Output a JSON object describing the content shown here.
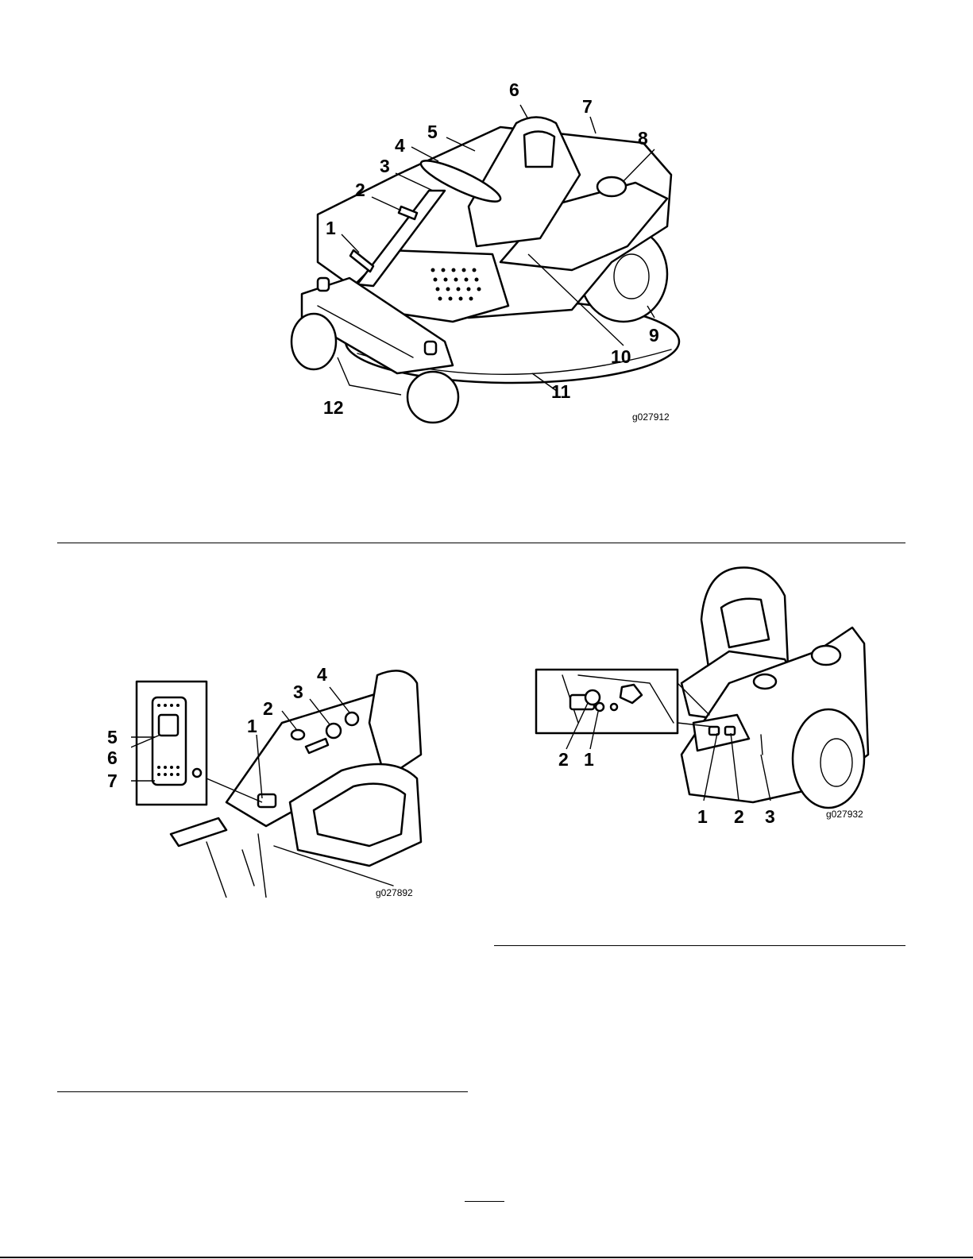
{
  "figure1": {
    "id": "g027912",
    "callouts": [
      "1",
      "2",
      "3",
      "4",
      "5",
      "6",
      "7",
      "8",
      "9",
      "10",
      "11",
      "12"
    ]
  },
  "figure2": {
    "id": "g027892",
    "callouts": [
      "1",
      "2",
      "3",
      "4",
      "5",
      "6",
      "7"
    ]
  },
  "figure3": {
    "id": "g027932",
    "callouts": [
      "2",
      "1",
      "1",
      "2",
      "3"
    ]
  }
}
